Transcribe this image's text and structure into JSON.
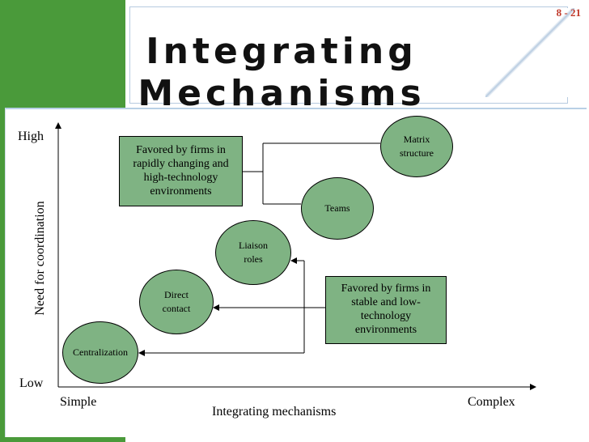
{
  "slide_number": "8 - 21",
  "title": "Integrating Mechanisms",
  "axes": {
    "y_label": "Need for coordination",
    "y_high": "High",
    "y_low": "Low",
    "x_label": "Integrating mechanisms",
    "x_simple": "Simple",
    "x_complex": "Complex"
  },
  "boxes": {
    "rapid": "Favored by firms in rapidly changing and high-technology environments",
    "stable": "Favored by firms in stable and low-technology environments"
  },
  "mechanisms": {
    "centralization": "Centralization",
    "direct_contact": "Direct contact",
    "liaison_roles": "Liaison roles",
    "teams": "Teams",
    "matrix": "Matrix structure"
  },
  "colors": {
    "node_fill": "#7fb383",
    "left_band": "#4a9a3a",
    "slide_number": "#c0392b"
  }
}
